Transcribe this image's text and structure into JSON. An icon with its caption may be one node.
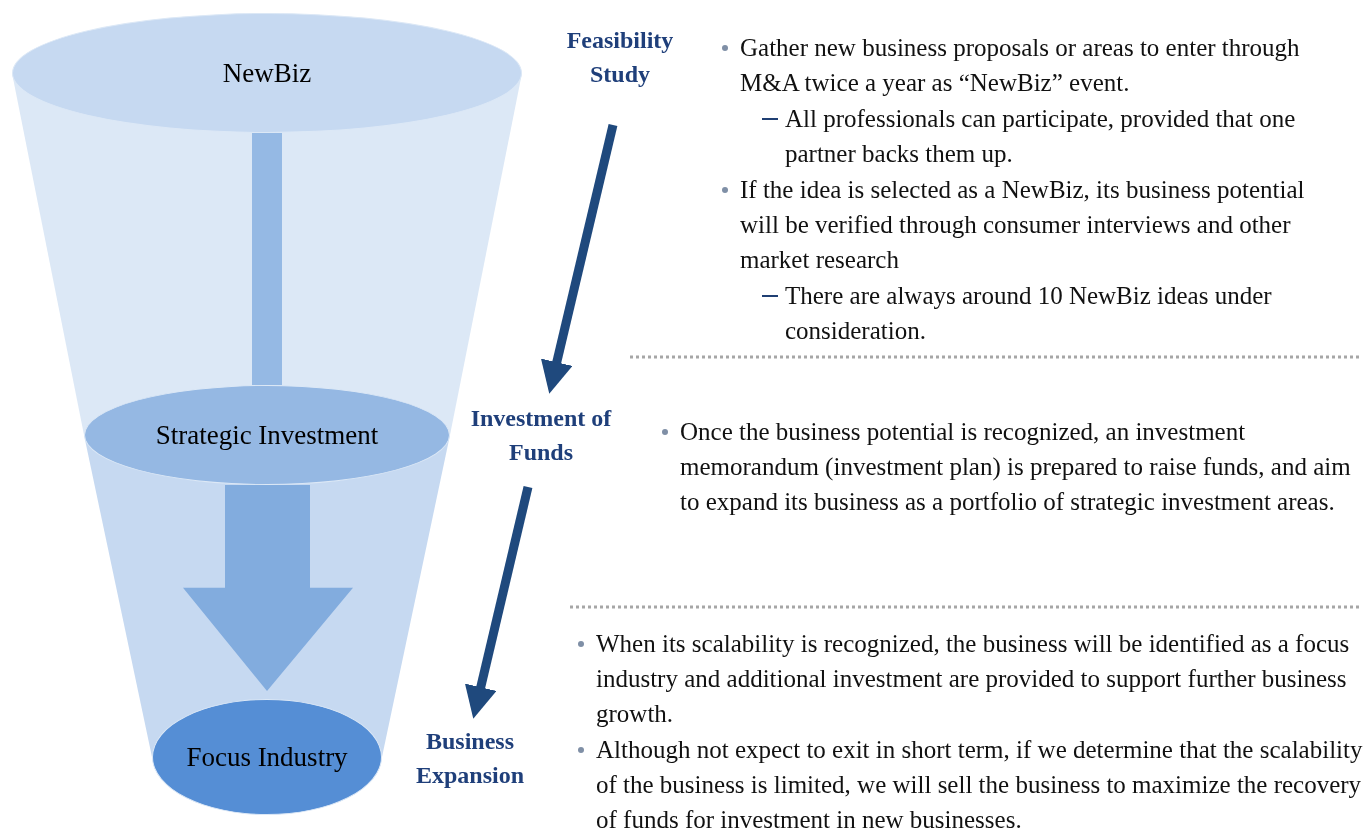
{
  "diagram": {
    "nodes": [
      {
        "text": [
          "NewBiz"
        ]
      },
      {
        "text": [
          "Strategic Investment"
        ]
      },
      {
        "text": [
          "Focus Industry"
        ]
      },
      {
        "text": [
          "Feasibility Study"
        ]
      },
      {
        "text": [
          "Investment of Funds"
        ]
      },
      {
        "text": [
          "Business Expansion"
        ]
      }
    ],
    "edges": [
      {
        "from": 0,
        "to": 1,
        "arrow": "none",
        "style": "thick",
        "color": "#8db4e2"
      },
      {
        "from": 1,
        "to": 2,
        "arrow": "to",
        "style": "thick",
        "color": "#7aa6dc"
      },
      {
        "from": 3,
        "to": 4,
        "arrow": "to"
      },
      {
        "from": 4,
        "to": 5,
        "arrow": "to"
      }
    ],
    "labels": [
      "Gather new business proposals or areas to enter through M&A twice a year as “NewBiz” event.",
      "All professionals can participate, provided that one partner backs them up.",
      "If the idea is selected as a NewBiz, its business potential will be verified through consumer interviews and other market research",
      "There are always around 10 NewBiz ideas under consideration.",
      "Once the business potential is recognized, an investment memorandum (investment plan) is prepared to raise funds, and aim to expand its business as a portfolio of strategic investment areas.",
      "When its scalability is recognized, the business will be identified as a focus industry and additional investment are provided to support further business growth.",
      "Although not expect to exit in short term, if we determine that the scalability of the business is limited, we will sell the business to maximize the recovery of funds for investment in new businesses."
    ]
  }
}
